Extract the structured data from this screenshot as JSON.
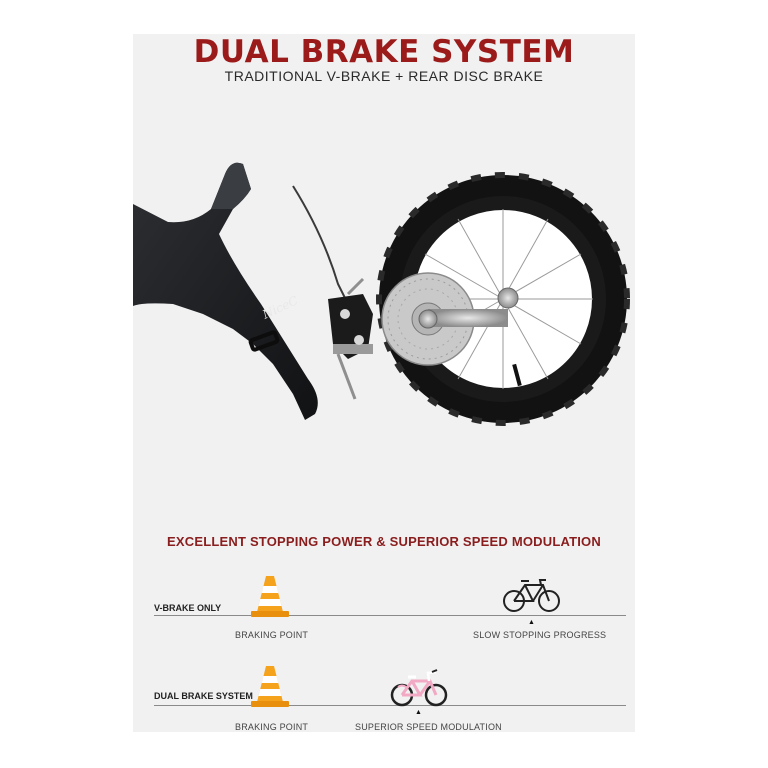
{
  "header": {
    "title": "DUAL BRAKE SYSTEM",
    "subtitle": "TRADITIONAL V-BRAKE + REAR DISC BRAKE"
  },
  "illustration": {
    "frame_logo_text": "NiceC",
    "icon": "bike-rear-wheel-disc-brake"
  },
  "tagline": "EXCELLENT STOPPING POWER & SUPERIOR SPEED MODULATION",
  "comparison": {
    "rows": [
      {
        "label": "V-BRAKE ONLY",
        "braking_point_label": "BRAKING POINT",
        "result_label": "SLOW STOPPING PROGRESS",
        "cone_icon": "traffic-cone-icon",
        "bike_icon": "bicycle-outline-icon"
      },
      {
        "label": "DUAL BRAKE SYSTEM",
        "braking_point_label": "BRAKING POINT",
        "result_label": "SUPERIOR SPEED MODULATION",
        "cone_icon": "traffic-cone-icon",
        "bike_icon": "kids-bicycle-icon"
      }
    ]
  },
  "colors": {
    "title": "#9b1b1b",
    "tagline": "#8a1d1d",
    "cone_orange": "#f5a21c",
    "kids_bike_pink": "#f2a9c4"
  }
}
